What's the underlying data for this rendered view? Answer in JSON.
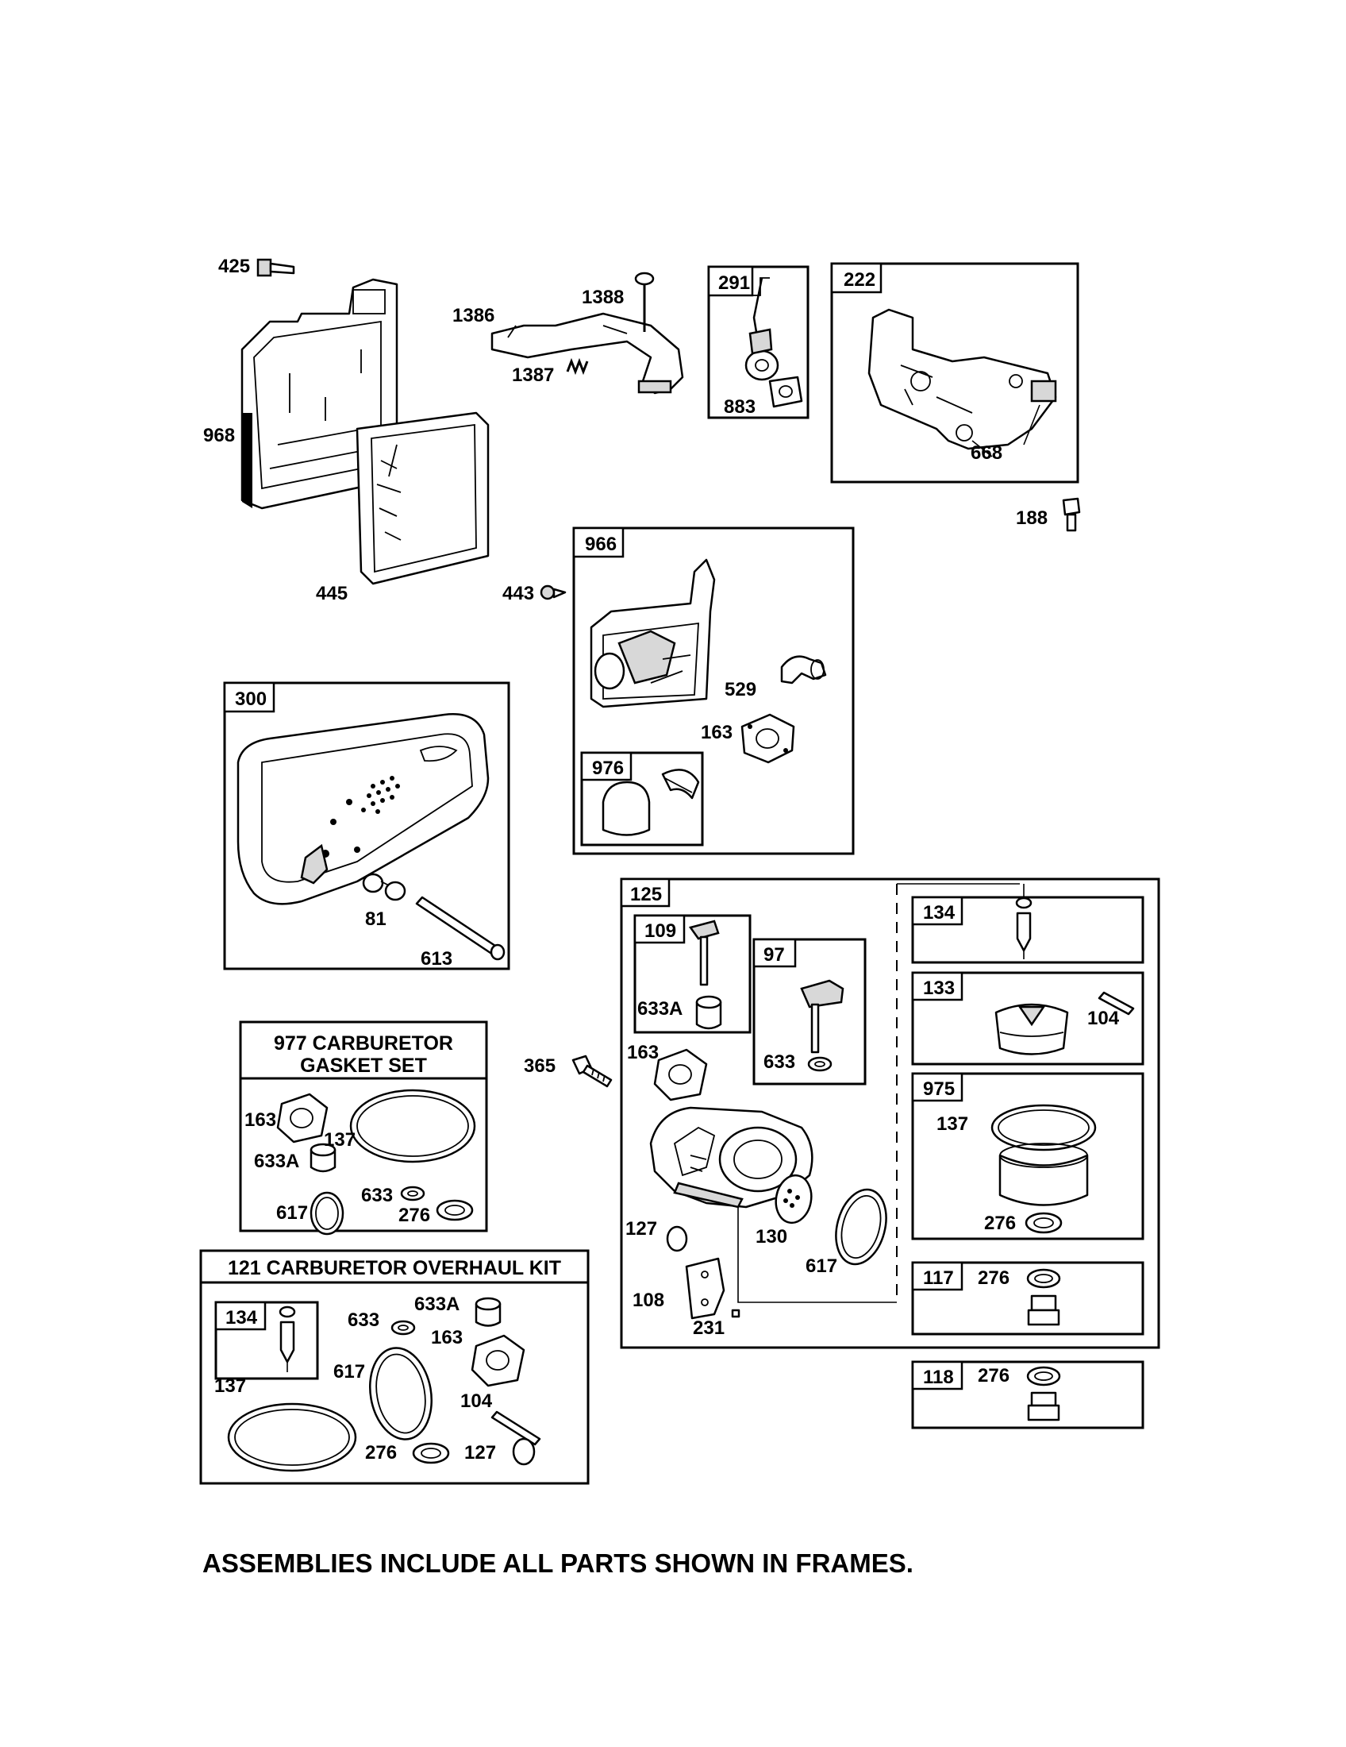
{
  "footer_note": "ASSEMBLIES INCLUDE ALL PARTS SHOWN IN FRAMES.",
  "frames": {
    "f291": "291",
    "f222": "222",
    "f966": "966",
    "f976": "976",
    "f300": "300",
    "f125": "125",
    "f109": "109",
    "f97": "97",
    "f134a": "134",
    "f133": "133",
    "f975": "975",
    "f117": "117",
    "f118": "118",
    "f134b": "134"
  },
  "kits": {
    "gasket_line1": "977 CARBURETOR",
    "gasket_line2": "GASKET SET",
    "overhaul": "121 CARBURETOR OVERHAUL KIT"
  },
  "parts": {
    "p425": "425",
    "p968": "968",
    "p445": "445",
    "p1386": "1386",
    "p1388": "1388",
    "p1387": "1387",
    "p883": "883",
    "p668": "668",
    "p188": "188",
    "p443": "443",
    "p529": "529",
    "p163a": "163",
    "p81": "81",
    "p613": "613",
    "p633a1": "633A",
    "p633b1": "633",
    "p163b": "163",
    "p127a": "127",
    "p130": "130",
    "p617a": "617",
    "p108": "108",
    "p231": "231",
    "p365": "365",
    "p104a": "104",
    "p137a": "137",
    "p276a": "276",
    "p276b": "276",
    "p276c": "276",
    "p163c": "163",
    "p137b": "137",
    "p633a2": "633A",
    "p617b": "617",
    "p633b2": "633",
    "p276d": "276",
    "p633a3": "633A",
    "p633b3": "633",
    "p163d": "163",
    "p137c": "137",
    "p617c": "617",
    "p104b": "104",
    "p276e": "276",
    "p127b": "127"
  }
}
